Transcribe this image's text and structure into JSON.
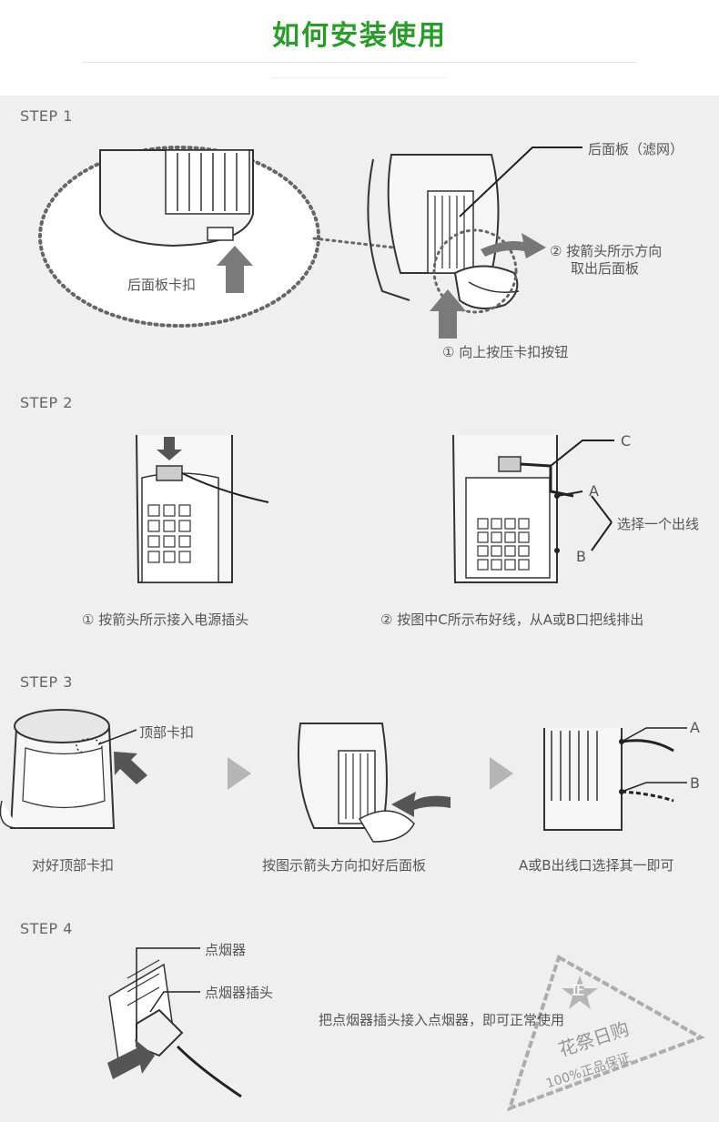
{
  "header": {
    "title": "如何安装使用"
  },
  "steps": {
    "step1": {
      "label": "STEP 1",
      "panel_label": "后面板（滤网）",
      "latch_label": "后面板卡扣",
      "action2_line1": "② 按箭头所示方向",
      "action2_line2": "取出后面板",
      "action1": "① 向上按压卡扣按钮"
    },
    "step2": {
      "label": "STEP 2",
      "callout_c": "C",
      "callout_a": "A",
      "callout_b": "B",
      "choose_outlet": "选择一个出线",
      "caption1": "① 按箭头所示接入电源插头",
      "caption2": "② 按图中C所示布好线，从A或B口把线排出"
    },
    "step3": {
      "label": "STEP 3",
      "top_latch_label": "顶部卡扣",
      "caption1": "对好顶部卡扣",
      "caption2": "按图示箭头方向扣好后面板",
      "caption3": "A或B出线口选择其一即可",
      "callout_a": "A",
      "callout_b": "B"
    },
    "step4": {
      "label": "STEP 4",
      "lighter_label": "点烟器",
      "plug_label": "点烟器插头",
      "instruction": "把点烟器插头接入点烟器，即可正常使用"
    }
  },
  "stamp": {
    "seal_char": "正",
    "brand": "花祭日购",
    "guarantee": "100%正品保证"
  }
}
